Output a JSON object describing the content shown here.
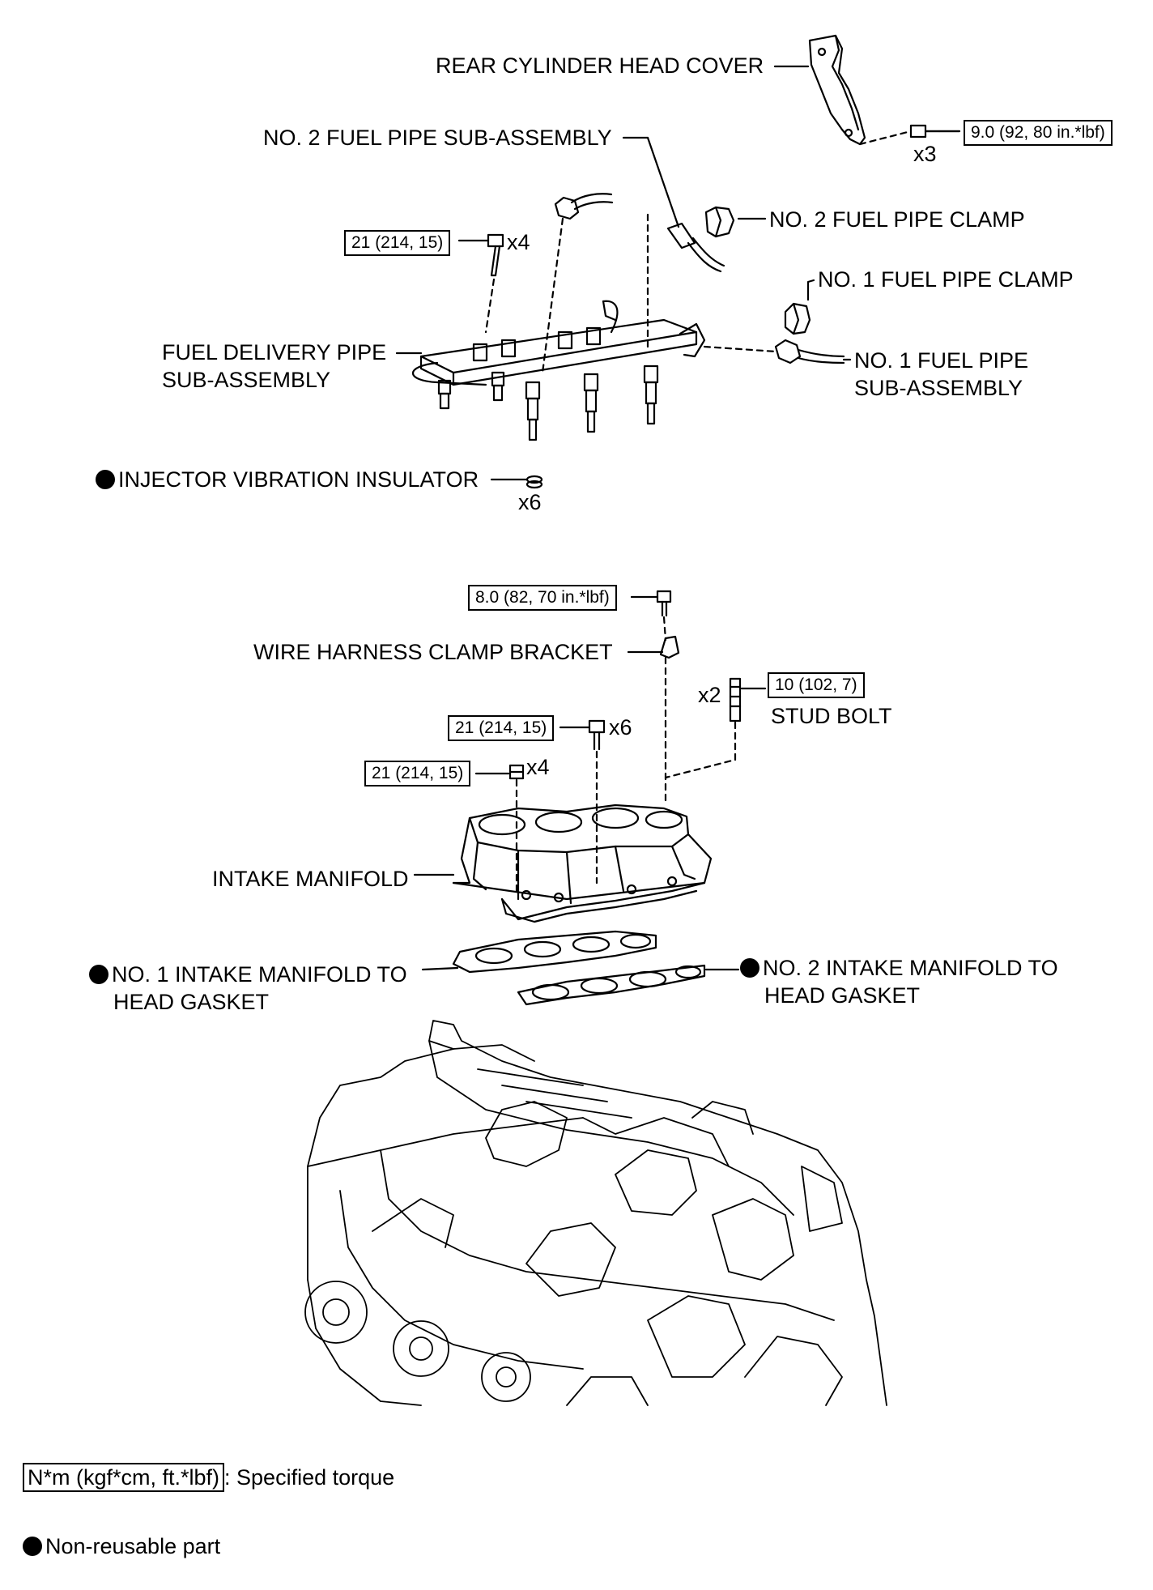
{
  "labels": {
    "rear_cylinder_head_cover": "REAR CYLINDER HEAD COVER",
    "no2_fuel_pipe_subassembly": "NO. 2 FUEL PIPE SUB-ASSEMBLY",
    "no2_fuel_pipe_clamp": "NO. 2 FUEL PIPE CLAMP",
    "no1_fuel_pipe_clamp": "NO. 1 FUEL PIPE CLAMP",
    "fuel_delivery_pipe_line1": "FUEL DELIVERY PIPE",
    "fuel_delivery_pipe_line2": "SUB-ASSEMBLY",
    "no1_fuel_pipe_line1": "NO. 1 FUEL PIPE",
    "no1_fuel_pipe_line2": "SUB-ASSEMBLY",
    "injector_vibration_insulator": "INJECTOR VIBRATION INSULATOR",
    "wire_harness_clamp_bracket": "WIRE HARNESS CLAMP BRACKET",
    "stud_bolt": "STUD BOLT",
    "intake_manifold": "INTAKE MANIFOLD",
    "no1_gasket_line1": "NO. 1 INTAKE MANIFOLD TO",
    "no1_gasket_line2": "HEAD GASKET",
    "no2_gasket_line1": "NO. 2 INTAKE MANIFOLD TO",
    "no2_gasket_line2": "HEAD GASKET"
  },
  "torques": {
    "head_cover_bolt": "9.0 (92, 80 in.*lbf)",
    "delivery_pipe_bolt": "21 (214, 15)",
    "bracket_bolt": "8.0 (82, 70 in.*lbf)",
    "stud_bolt": "10 (102, 7)",
    "manifold_bolt": "21 (214, 15)",
    "manifold_nut": "21 (214, 15)"
  },
  "quantities": {
    "head_cover_bolt": "x3",
    "delivery_pipe_bolt": "x4",
    "insulator": "x6",
    "stud_bolt": "x2",
    "manifold_bolt": "x6",
    "manifold_nut": "x4"
  },
  "legend": {
    "torque_unit": "N*m (kgf*cm, ft.*lbf)",
    "torque_text": ": Specified torque",
    "nonreusable_text": "Non-reusable part"
  }
}
